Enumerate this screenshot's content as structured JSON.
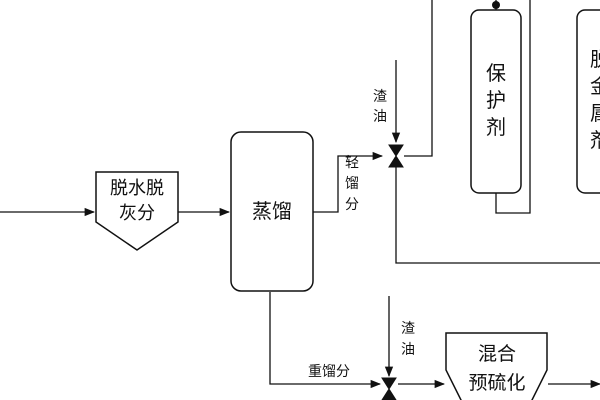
{
  "nodes": {
    "dewater": {
      "line1": "脱水脱",
      "line2": "灰分"
    },
    "distill": {
      "label": "蒸馏"
    },
    "protect": {
      "chars": [
        "保",
        "护",
        "剂"
      ]
    },
    "demetal": {
      "chars": [
        "脱",
        "金",
        "属",
        "剂"
      ]
    },
    "mix": {
      "line1": "混合",
      "line2": "预硫化"
    }
  },
  "streams": {
    "light_fraction": [
      "轻",
      "馏",
      "分"
    ],
    "heavy_fraction": "重馏分",
    "residue_oil_top": [
      "渣",
      "油"
    ],
    "residue_oil_bottom": [
      "渣",
      "油"
    ]
  }
}
